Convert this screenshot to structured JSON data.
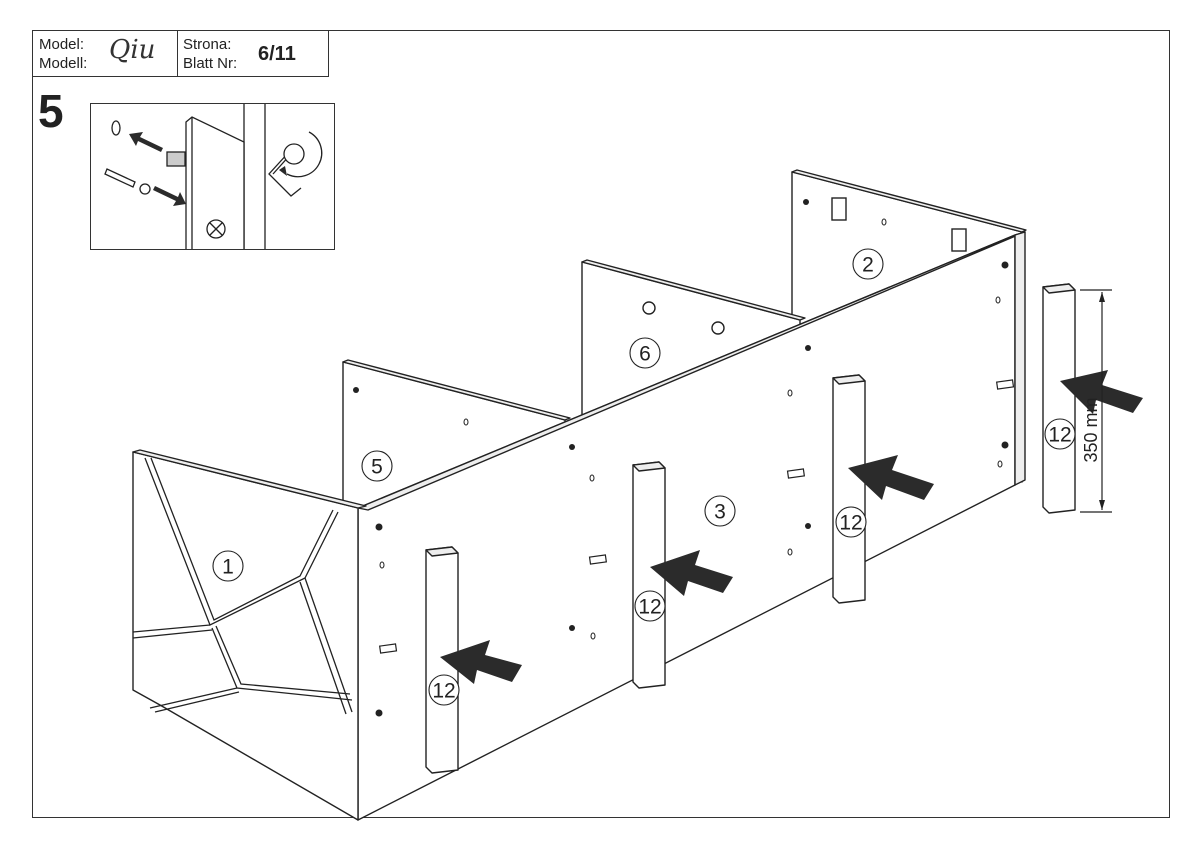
{
  "header": {
    "model_label_pl": "Model:",
    "model_label_de": "Modell:",
    "model_name": "Qiu",
    "page_label_pl": "Strona:",
    "page_label_de": "Blatt Nr:",
    "page_number": "6/11"
  },
  "step": {
    "number": "5"
  },
  "parts": {
    "p1": "1",
    "p2": "2",
    "p3": "3",
    "p5": "5",
    "p6": "6",
    "p12": "12"
  },
  "dimension": {
    "text": "350 mm"
  },
  "colors": {
    "line": "#222222",
    "arrow": "#2b2b2b",
    "background": "#ffffff"
  }
}
